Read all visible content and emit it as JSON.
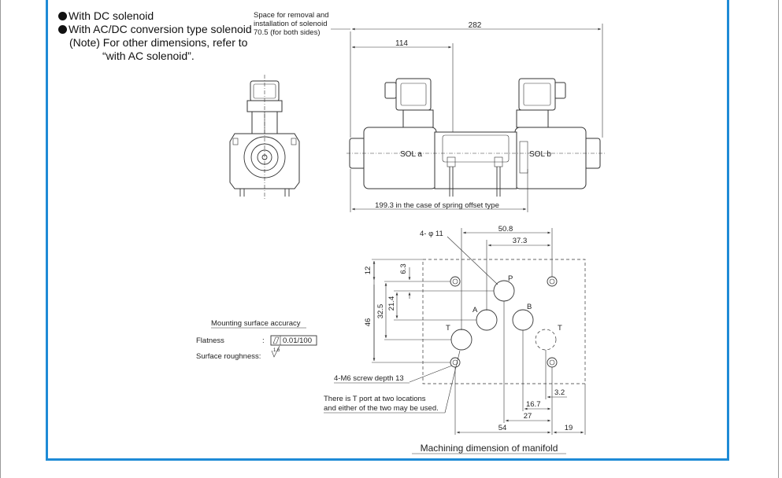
{
  "notes": {
    "line1": "With DC solenoid",
    "line2": "With AC/DC conversion type solenoid",
    "line3": "(Note) For other dimensions, refer to",
    "line4": "“with AC solenoid”."
  },
  "top_view": {
    "space_note_1": "Space for removal and",
    "space_note_2": "installation of solenoid",
    "space_note_3": "70.5 (for both sides)",
    "dim_overall": "282",
    "dim_114": "114",
    "sol_a": "SOL a",
    "sol_b": "SOL b",
    "dim_spring": "199.3  in the case of spring offset type"
  },
  "manifold": {
    "title": "Machining dimension of manifold",
    "hole_label": "4- φ 11",
    "dim_50_8": "50.8",
    "dim_37_3": "37.3",
    "dim_12": "12",
    "dim_6_3": "6.3",
    "dim_32_5": "32.5",
    "dim_21_4": "21.4",
    "dim_46": "46",
    "port_p": "P",
    "port_a": "A",
    "port_b": "B",
    "port_t_left": "T",
    "port_t_right": "T",
    "screw_label": "4-M6 screw depth 13",
    "t_note_1": "There is T port at two locations",
    "t_note_2": "and either of the two may be used.",
    "dim_3_2": "3.2",
    "dim_16_7": "16.7",
    "dim_27": "27",
    "dim_54": "54",
    "dim_19": "19"
  },
  "accuracy": {
    "title": "Mounting surface accuracy",
    "flatness_label": "Flatness",
    "colon": ":",
    "flatness_value": "0.01/100",
    "roughness_label": "Surface roughness:",
    "roughness_value": "1.6"
  }
}
